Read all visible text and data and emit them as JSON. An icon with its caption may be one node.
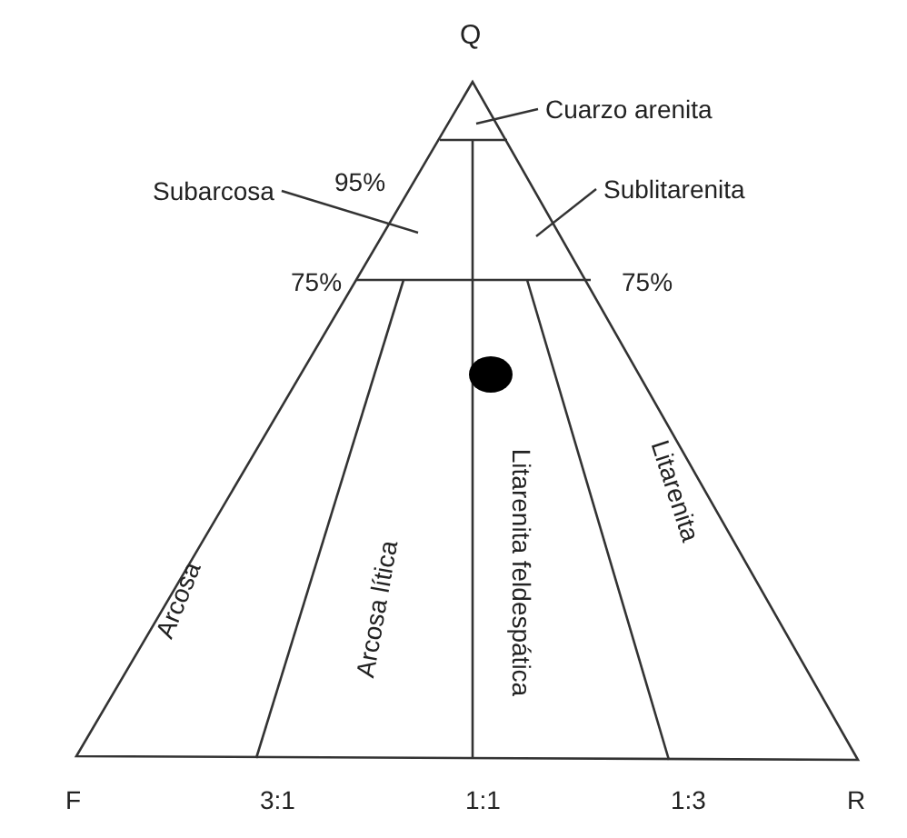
{
  "diagram": {
    "nodes": [
      {
        "text": [
          "Cuarzo arenita"
        ]
      },
      {
        "text": [
          "Subarcosa"
        ]
      },
      {
        "text": [
          "Sublitarenita"
        ]
      }
    ],
    "edges": [
      {
        "from": 0,
        "to": null,
        "arrow": "none"
      },
      {
        "from": 1,
        "to": null,
        "arrow": "none"
      },
      {
        "from": 2,
        "to": null,
        "arrow": "none"
      }
    ],
    "labels": [
      "Q",
      "95%",
      "75%",
      "75%",
      "Arcosa",
      "Arcosa lítica",
      "Litarenita feldespática",
      "Litarenita",
      "F",
      "3:1",
      "1:1",
      "1:3",
      "R"
    ]
  }
}
